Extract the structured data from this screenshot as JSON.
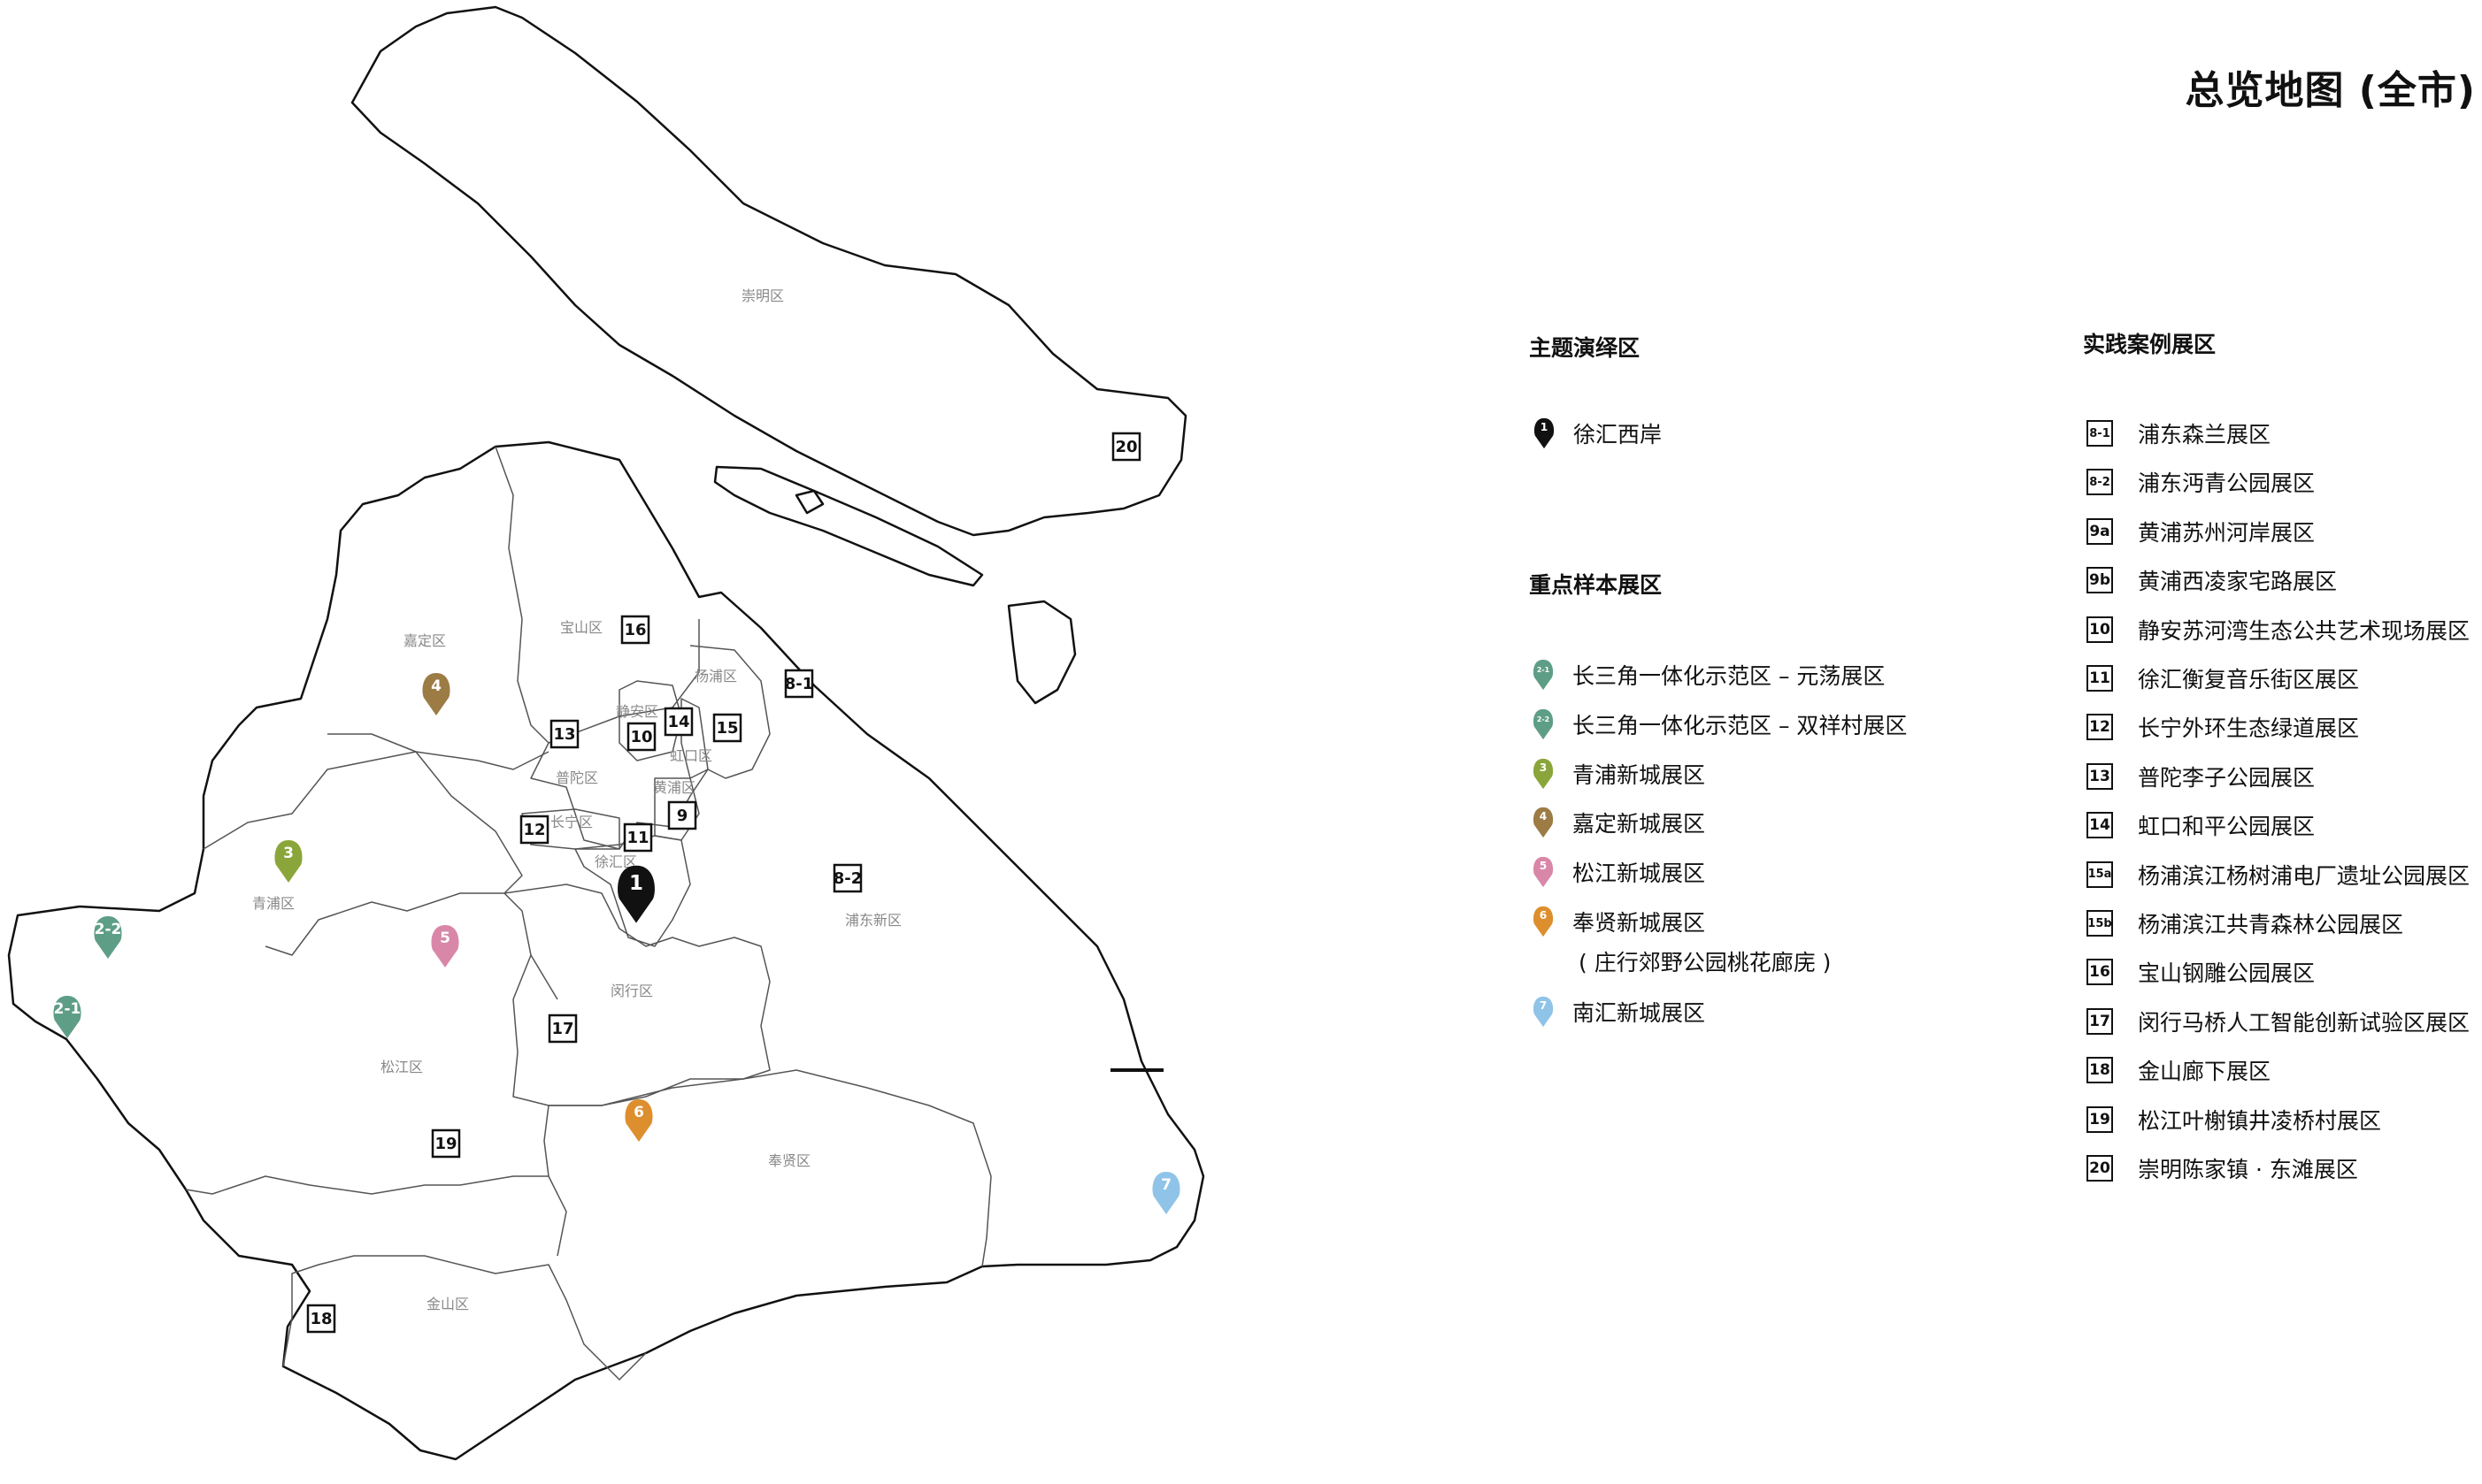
{
  "title": "总览地图 (全市)",
  "colors": {
    "teal": "#5e9e86",
    "olive": "#8aa63a",
    "brown": "#9c7b45",
    "pink": "#d987a8",
    "orange": "#dd8f2e",
    "skyblue": "#8fc4e8",
    "black": "#111111"
  },
  "theme_section": {
    "title": "主题演绎区",
    "items": [
      {
        "marker": "1",
        "label": "徐汇西岸",
        "color": "#111111"
      }
    ]
  },
  "key_section": {
    "title": "重点样本展区",
    "items": [
      {
        "marker": "2-1",
        "label": "长三角一体化示范区 – 元荡展区",
        "color": "#5e9e86"
      },
      {
        "marker": "2-2",
        "label": "长三角一体化示范区 – 双祥村展区",
        "color": "#5e9e86"
      },
      {
        "marker": "3",
        "label": "青浦新城展区",
        "color": "#8aa63a"
      },
      {
        "marker": "4",
        "label": "嘉定新城展区",
        "color": "#9c7b45"
      },
      {
        "marker": "5",
        "label": "松江新城展区",
        "color": "#d987a8"
      },
      {
        "marker": "6",
        "label": "奉贤新城展区",
        "color": "#dd8f2e"
      },
      {
        "marker": "7",
        "label": "南汇新城展区",
        "color": "#8fc4e8"
      }
    ],
    "note": "( 庄行郊野公园桃花廊庑 )"
  },
  "case_section": {
    "title": "实践案例展区",
    "items": [
      {
        "marker": "8-1",
        "label": "浦东森兰展区"
      },
      {
        "marker": "8-2",
        "label": "浦东沔青公园展区"
      },
      {
        "marker": "9a",
        "label": "黄浦苏州河岸展区"
      },
      {
        "marker": "9b",
        "label": "黄浦西凌家宅路展区"
      },
      {
        "marker": "10",
        "label": "静安苏河湾生态公共艺术现场展区"
      },
      {
        "marker": "11",
        "label": "徐汇衡复音乐街区展区"
      },
      {
        "marker": "12",
        "label": "长宁外环生态绿道展区"
      },
      {
        "marker": "13",
        "label": "普陀李子公园展区"
      },
      {
        "marker": "14",
        "label": "虹口和平公园展区"
      },
      {
        "marker": "15a",
        "label": "杨浦滨江杨树浦电厂遗址公园展区"
      },
      {
        "marker": "15b",
        "label": "杨浦滨江共青森林公园展区"
      },
      {
        "marker": "16",
        "label": "宝山钢雕公园展区"
      },
      {
        "marker": "17",
        "label": "闵行马桥人工智能创新试验区展区"
      },
      {
        "marker": "18",
        "label": "金山廊下展区"
      },
      {
        "marker": "19",
        "label": "松江叶榭镇井凌桥村展区"
      },
      {
        "marker": "20",
        "label": "崇明陈家镇 · 东滩展区"
      }
    ]
  },
  "map": {
    "districts": {
      "chongming": "崇明区",
      "baoshan": "宝山区",
      "jiading": "嘉定区",
      "yangpu": "杨浦区",
      "jingan": "静安区",
      "hongkou": "虹口区",
      "putuo": "普陀区",
      "huangpu": "黄浦区",
      "changning": "长宁区",
      "xuhui": "徐汇区",
      "pudong": "浦东新区",
      "qingpu": "青浦区",
      "minhang": "闵行区",
      "songjiang": "松江区",
      "fengxian": "奉贤区",
      "jinshan": "金山区"
    },
    "square_markers": {
      "m81": "8-1",
      "m82": "8-2",
      "m10": "10",
      "m11": "11",
      "m12": "12",
      "m13": "13",
      "m14": "14",
      "m15": "15",
      "m16": "16",
      "m17": "17",
      "m18": "18",
      "m19": "19",
      "m20": "20",
      "m9": "9"
    },
    "pins": {
      "p1": "1",
      "p21": "2-1",
      "p22": "2-2",
      "p3": "3",
      "p4": "4",
      "p5": "5",
      "p6": "6",
      "p7": "7"
    }
  }
}
